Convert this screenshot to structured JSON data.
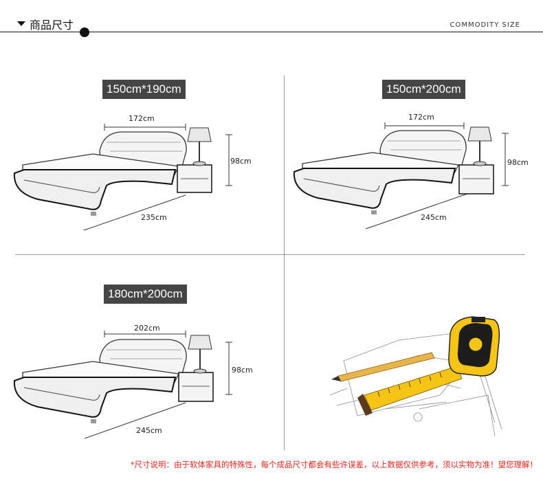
{
  "header": {
    "title": "商品尺寸",
    "subtitle": "COMMODITY SIZE"
  },
  "panels": [
    {
      "size_label": "150cm*190cm",
      "width_dim": "172cm",
      "height_dim": "98cm",
      "length_dim": "235cm"
    },
    {
      "size_label": "150cm*200cm",
      "width_dim": "172cm",
      "height_dim": "98cm",
      "length_dim": "245cm"
    },
    {
      "size_label": "180cm*200cm",
      "width_dim": "202cm",
      "height_dim": "98cm",
      "length_dim": "245cm"
    }
  ],
  "footnote": "*尺寸说明：由于软体家具的特殊性，每个成品尺寸都会有些许误差，以上数据仅供参考，须以实物为准！望您理解！",
  "colors": {
    "label_bg": "#454545",
    "tape_yellow": "#f6c414",
    "footnote": "#e0261f"
  }
}
